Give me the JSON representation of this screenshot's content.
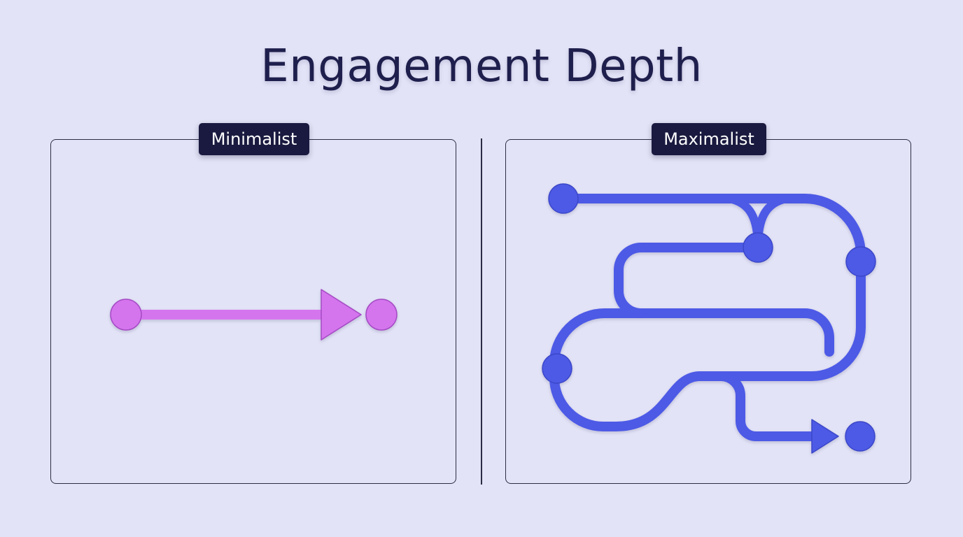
{
  "title": "Engagement Depth",
  "left_panel": {
    "label": "Minimalist",
    "color": "#d574ee"
  },
  "right_panel": {
    "label": "Maximalist",
    "color": "#4d5ae6"
  }
}
